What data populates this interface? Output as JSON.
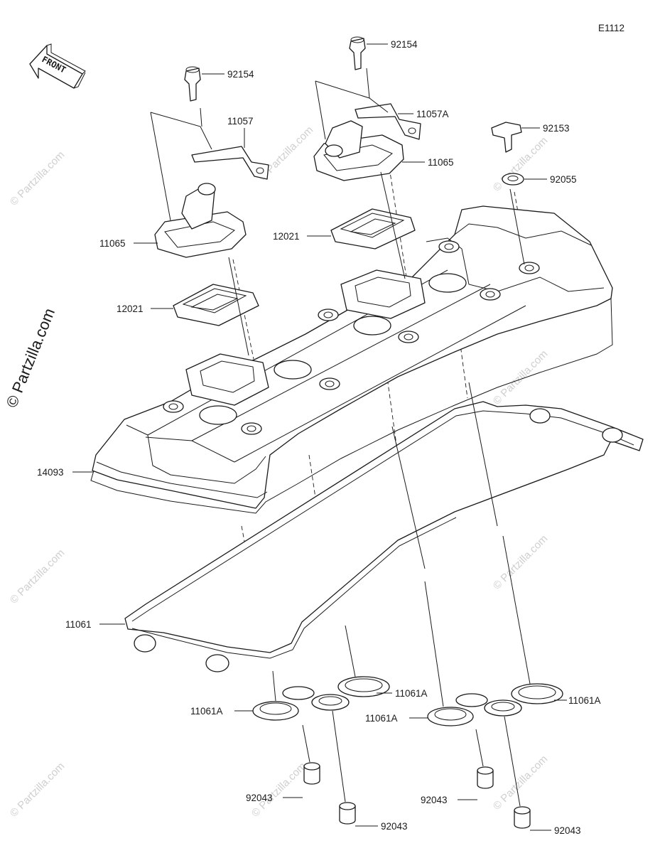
{
  "diagram_code": "E1112",
  "front_label": "FRONT",
  "watermark": "© Partzilla.com",
  "parts": {
    "bolt_left": "92154",
    "bolt_right": "92154",
    "bracket_left": "11057",
    "bracket_right": "11057A",
    "breather_cover_left": "11065",
    "breather_cover_right": "11065",
    "bolt_cover": "92153",
    "washer_cover": "92055",
    "reed_gasket_left": "12021",
    "reed_gasket_right": "12021",
    "head_cover": "14093",
    "head_cover_gasket": "11061",
    "plug_gasket_1": "11061A",
    "plug_gasket_2": "11061A",
    "plug_gasket_3": "11061A",
    "plug_gasket_4": "11061A",
    "collar_1": "92043",
    "collar_2": "92043",
    "collar_3": "92043",
    "collar_4": "92043"
  }
}
